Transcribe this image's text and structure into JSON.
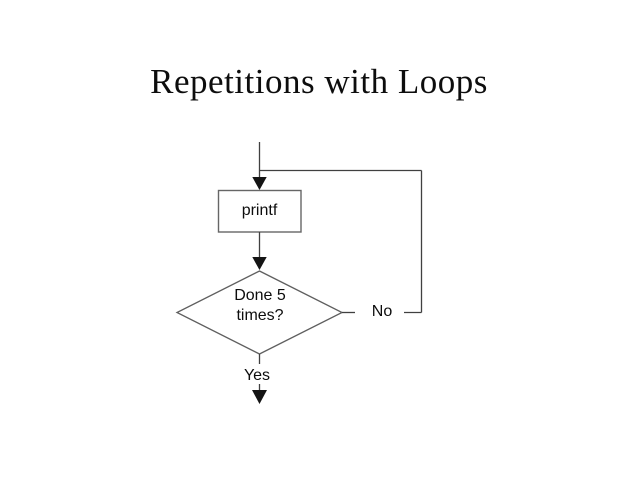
{
  "slide": {
    "title": "Repetitions with Loops"
  },
  "flowchart": {
    "process_label": "printf",
    "decision_label": "Done 5\ntimes?",
    "branch_no_label": "No",
    "branch_yes_label": "Yes"
  },
  "colors": {
    "background": "#ffffff",
    "connector_line": "#404040",
    "shape_border": "#666666",
    "arrowhead": "#141414",
    "text": "#0d0d0d"
  }
}
